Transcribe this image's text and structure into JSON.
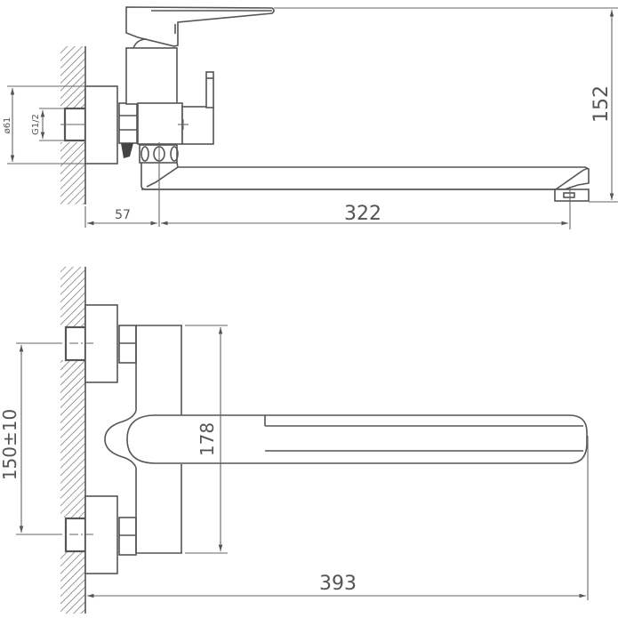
{
  "drawing": {
    "type": "technical-drawing",
    "subject": "wall-mounted bath/shower mixer with long swivel spout",
    "stroke_color": "#555555",
    "background": "#ffffff"
  },
  "side_view": {
    "dimensions": {
      "height_label": "152",
      "wall_to_center_label": "57",
      "spout_reach_label": "322",
      "flange_diameter_label": "ø61",
      "thread_label": "G1/2"
    }
  },
  "top_view": {
    "dimensions": {
      "inlet_spacing_label": "150±10",
      "body_length_label": "178",
      "total_reach_label": "393"
    }
  }
}
